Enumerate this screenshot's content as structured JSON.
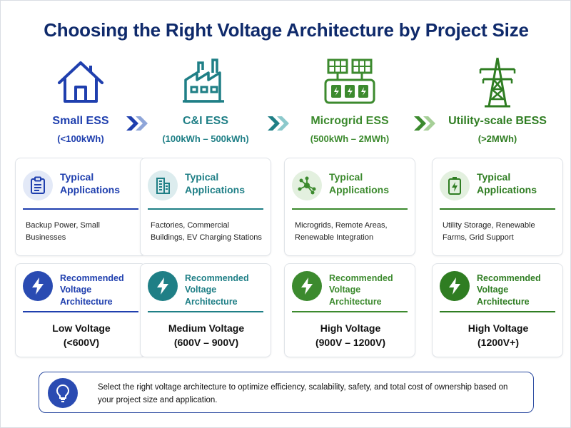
{
  "title": "Choosing the Right Voltage Architecture by Project Size",
  "colors": {
    "blue": "#1f3fae",
    "teal": "#1f7f86",
    "green": "#3c8a2e",
    "green_dark": "#2f7d22"
  },
  "tiers": [
    {
      "name": "Small ESS",
      "range": "(<100kWh)",
      "icon": "house-icon",
      "apps_heading": "Typical Applications",
      "apps_icon": "clipboard-icon",
      "apps_text": "Backup Power, Small Businesses",
      "volt_heading": "Recommended Voltage Architecture",
      "volt_icon": "lightning-icon",
      "volt_name": "Low Voltage",
      "volt_range": "(<600V)"
    },
    {
      "name": "C&I ESS",
      "range": "(100kWh – 500kWh)",
      "icon": "factory-icon",
      "apps_heading": "Typical Applications",
      "apps_icon": "building-icon",
      "apps_text": "Factories, Commercial Buildings, EV Charging Stations",
      "volt_heading": "Recommended Voltage Architecture",
      "volt_icon": "lightning-icon",
      "volt_name": "Medium Voltage",
      "volt_range": "(600V – 900V)"
    },
    {
      "name": "Microgrid ESS",
      "range": "(500kWh – 2MWh)",
      "icon": "solar-battery-icon",
      "apps_heading": "Typical Applications",
      "apps_icon": "network-icon",
      "apps_text": "Microgrids, Remote Areas, Renewable Integration",
      "volt_heading": "Recommended Voltage Architecture",
      "volt_icon": "lightning-icon",
      "volt_name": "High Voltage",
      "volt_range": "(900V – 1200V)"
    },
    {
      "name": "Utility-scale BESS",
      "range": "(>2MWh)",
      "icon": "transmission-tower-icon",
      "apps_heading": "Typical Applications",
      "apps_icon": "battery-icon",
      "apps_text": "Utility Storage, Renewable Farms, Grid Support",
      "volt_heading": "Recommended Voltage Architecture",
      "volt_icon": "lightning-icon",
      "volt_name": "High Voltage",
      "volt_range": "(1200V+)"
    }
  ],
  "footer": {
    "icon": "lightbulb-icon",
    "text": "Select the right voltage architecture to optimize efficiency, scalability, safety, and total cost of ownership based on your project size and application."
  }
}
